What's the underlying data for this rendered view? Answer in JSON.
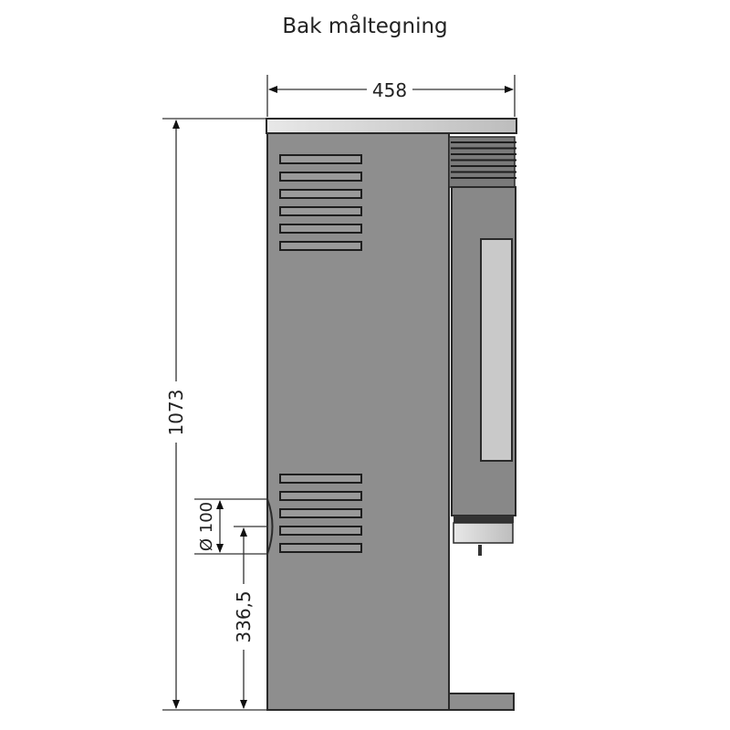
{
  "title": "Bak måltegning",
  "dimensions": {
    "width": "458",
    "height": "1073",
    "flue_diameter": "Ø 100",
    "flue_height": "336,5"
  },
  "colors": {
    "body": "#8e8e8e",
    "outline": "#2a2a2a",
    "light_panel": "#d4d4d4"
  }
}
